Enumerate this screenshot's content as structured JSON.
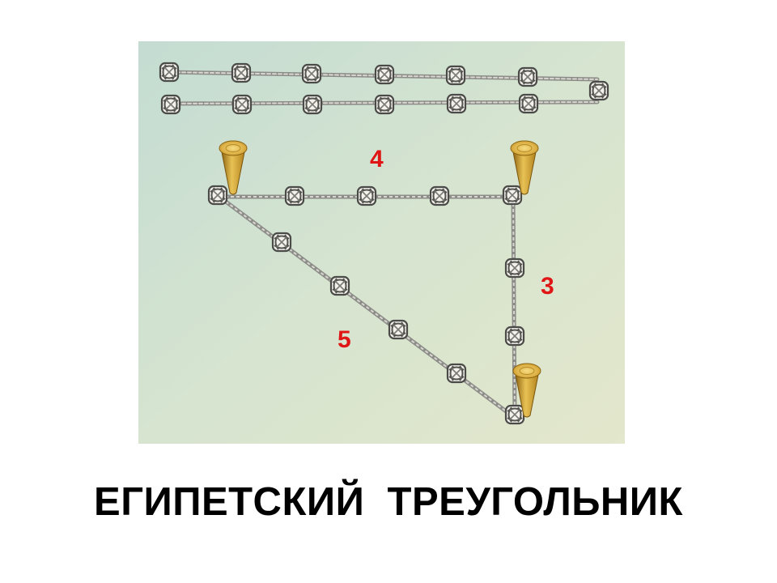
{
  "slide": {
    "caption": "ЕГИПЕТСКИЙ  ТРЕУГОЛЬНИК"
  },
  "diagram": {
    "side_labels": {
      "top": "4",
      "right": "3",
      "hypotenuse": "5"
    },
    "colors": {
      "label": "#e01616",
      "rope": "#8c8c88",
      "peg": "#d4a32a"
    },
    "icons": [
      "knot-icon",
      "peg-icon"
    ]
  }
}
